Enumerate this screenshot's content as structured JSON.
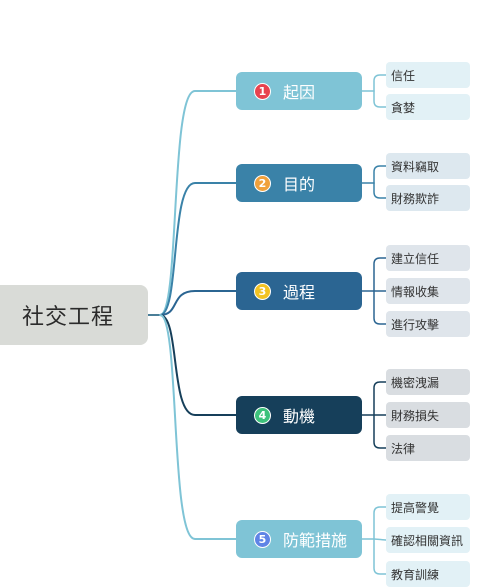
{
  "root": {
    "label": "社交工程"
  },
  "branches": [
    {
      "number": "1",
      "label": "起因",
      "color": "#7fc4d6",
      "badge": "#e8424e",
      "items": [
        "信任",
        "貪婪"
      ],
      "leaf_bg": "#e2f1f6"
    },
    {
      "number": "2",
      "label": "目的",
      "color": "#3a82a8",
      "badge": "#f0a13c",
      "items": [
        "資料竊取",
        "財務欺詐"
      ],
      "leaf_bg": "#dde8ef"
    },
    {
      "number": "3",
      "label": "過程",
      "color": "#2b6592",
      "badge": "#f2c323",
      "items": [
        "建立信任",
        "情報收集",
        "進行攻擊"
      ],
      "leaf_bg": "#dfe5eb"
    },
    {
      "number": "4",
      "label": "動機",
      "color": "#163f5a",
      "badge": "#3ec27c",
      "items": [
        "機密洩漏",
        "財務損失",
        "法律"
      ],
      "leaf_bg": "#d9dde1"
    },
    {
      "number": "5",
      "label": "防範措施",
      "color": "#7fc4d6",
      "badge": "#5f84e6",
      "items": [
        "提高警覺",
        "確認相關資訊",
        "教育訓練"
      ],
      "leaf_bg": "#e2f1f6"
    }
  ]
}
